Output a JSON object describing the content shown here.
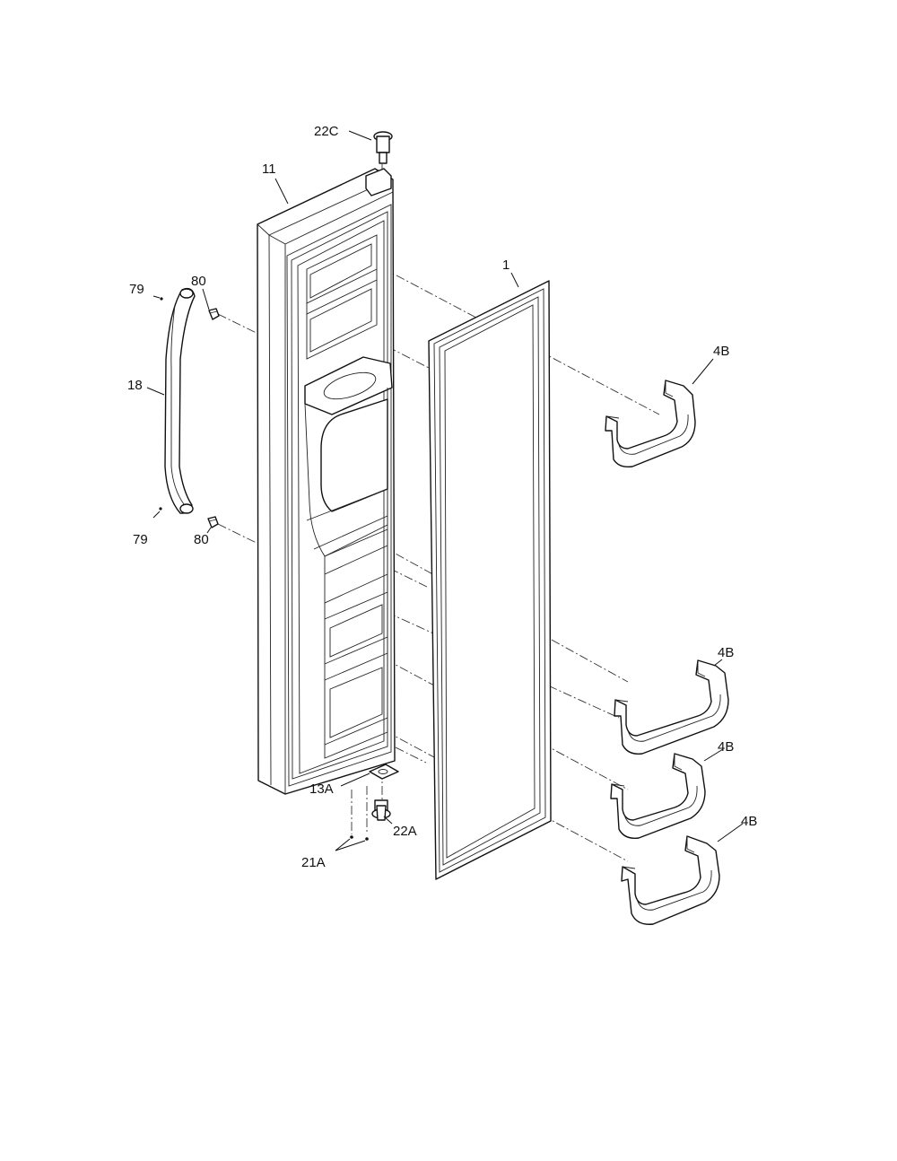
{
  "diagram": {
    "callouts": {
      "c22c": "22C",
      "c11": "11",
      "c1": "1",
      "c80_top": "80",
      "c79_top": "79",
      "c18": "18",
      "c79_bottom": "79",
      "c80_bottom": "80",
      "c4b_1": "4B",
      "c4b_2": "4B",
      "c4b_3": "4B",
      "c4b_4": "4B",
      "c13a": "13A",
      "c22a": "22A",
      "c21a": "21A"
    }
  }
}
